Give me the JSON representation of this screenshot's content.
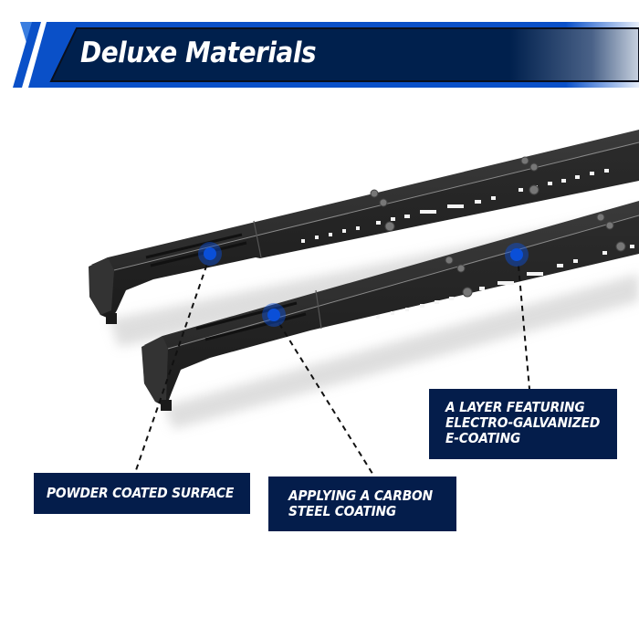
{
  "banner": {
    "title": "Deluxe Materials",
    "colors": {
      "accent_blue": "#0a4fc4",
      "light_blue": "#3b7fe0",
      "navy": "#00204d"
    }
  },
  "product": {
    "name": "roof-rack-crossbars",
    "count": 2,
    "color": "#2a2a2a"
  },
  "callouts": [
    {
      "id": "powder",
      "lines": [
        "POWDER COATED SURFACE"
      ]
    },
    {
      "id": "carbon",
      "lines": [
        "APPLYING A CARBON",
        "STEEL COATING"
      ]
    },
    {
      "id": "galv",
      "lines": [
        "A LAYER FEATURING",
        "ELECTRO-GALVANIZED",
        "E-COATING"
      ]
    }
  ],
  "colors": {
    "callout_bg": "#041d4b",
    "callout_text": "#ffffff",
    "marker_dot": "#0a4fd8"
  }
}
